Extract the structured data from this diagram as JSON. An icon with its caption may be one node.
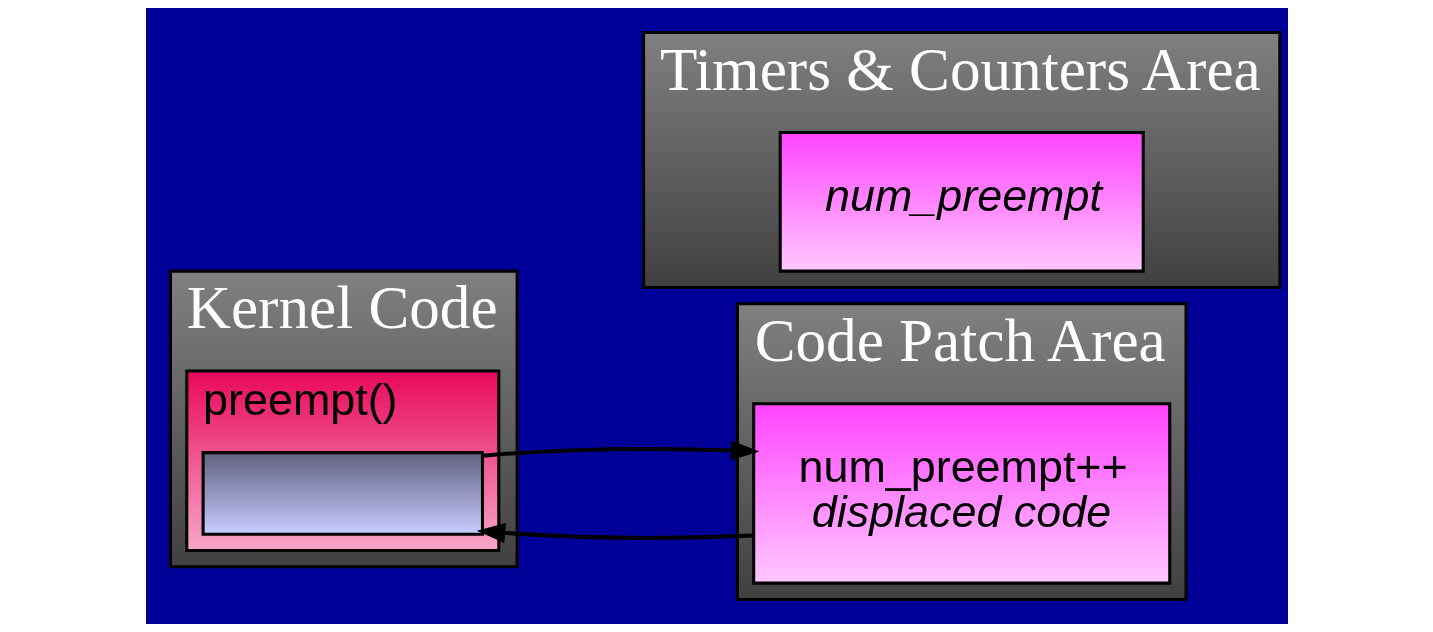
{
  "diagram": {
    "nodes": [
      {
        "text": [
          "Kernel Code"
        ]
      },
      {
        "text": [
          "preempt()"
        ],
        "in": 0
      },
      {
        "text": [],
        "shape": "bar",
        "in": 1
      },
      {
        "text": [
          "Code Patch Area"
        ]
      },
      {
        "text": [
          "num_preempt++",
          "displaced code"
        ],
        "in": 3
      },
      {
        "text": [
          "Timers & Counters Area"
        ]
      },
      {
        "text": [
          "num_preempt"
        ],
        "in": 5
      }
    ],
    "edges": [
      {
        "from": 2,
        "to": 4,
        "arrow": "to"
      },
      {
        "from": 4,
        "to": 2,
        "arrow": "to"
      }
    ]
  }
}
